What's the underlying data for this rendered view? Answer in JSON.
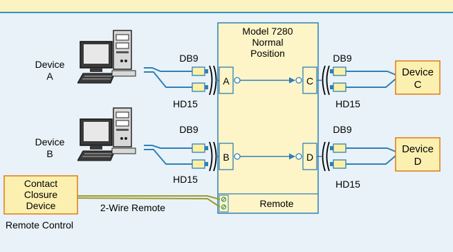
{
  "colors": {
    "background": "#e8f2f8",
    "top_bar": "#fbf3c0",
    "top_bar_line": "#2b93c9",
    "device_box": "#fcf0b0",
    "device_box_border": "#e07a10",
    "switch_box": "#fdf5c8",
    "switch_border": "#2f7fb5",
    "connector": "#fbf0a8",
    "cable": "#2f7fb5",
    "remote_wire": "#9c9a2c",
    "computer_dark": "#3a3a3a",
    "computer_light": "#d8d8d8"
  },
  "switch": {
    "title": [
      "Model 7280",
      "Normal",
      "Position"
    ],
    "port_a": "A",
    "port_b": "B",
    "port_c": "C",
    "port_d": "D",
    "remote_label": "Remote"
  },
  "left": {
    "device_a": [
      "Device",
      "A"
    ],
    "device_b": [
      "Device",
      "B"
    ],
    "db9_top": "DB9",
    "hd15_top": "HD15",
    "db9_bottom": "DB9",
    "hd15_bottom": "HD15"
  },
  "right": {
    "device_c": [
      "Device",
      "C"
    ],
    "device_d": [
      "Device",
      "D"
    ],
    "db9_top": "DB9",
    "hd15_top": "HD15",
    "db9_bottom": "DB9",
    "hd15_bottom": "HD15"
  },
  "remote": {
    "device": [
      "Contact",
      "Closure",
      "Device"
    ],
    "wire_label": "2-Wire Remote",
    "caption": "Remote Control"
  }
}
